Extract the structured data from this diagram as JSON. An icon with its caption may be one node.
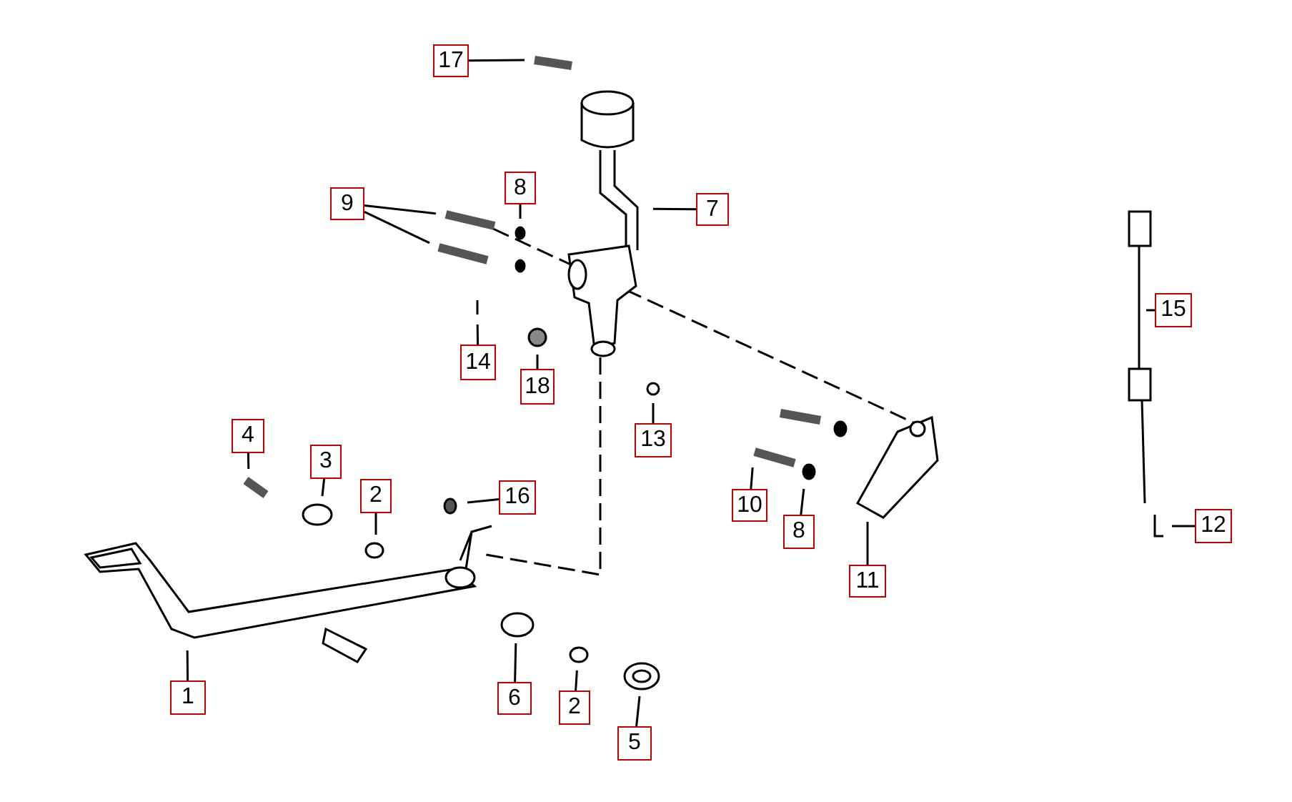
{
  "diagram": {
    "nodes": [
      {
        "text": [
          "17"
        ]
      },
      {
        "text": [
          "9"
        ]
      },
      {
        "text": [
          "8"
        ]
      },
      {
        "text": [
          "7"
        ]
      },
      {
        "text": [
          "15"
        ]
      },
      {
        "text": [
          "14"
        ]
      },
      {
        "text": [
          "18"
        ]
      },
      {
        "text": [
          "13"
        ]
      },
      {
        "text": [
          "4"
        ]
      },
      {
        "text": [
          "3"
        ]
      },
      {
        "text": [
          "2"
        ]
      },
      {
        "text": [
          "16"
        ]
      },
      {
        "text": [
          "10"
        ]
      },
      {
        "text": [
          "8"
        ]
      },
      {
        "text": [
          "12"
        ]
      },
      {
        "text": [
          "11"
        ]
      },
      {
        "text": [
          "1"
        ]
      },
      {
        "text": [
          "6"
        ]
      },
      {
        "text": [
          "2"
        ]
      },
      {
        "text": [
          "5"
        ]
      }
    ],
    "edges": [
      {
        "from": 0,
        "to": null,
        "arrow": "none"
      },
      {
        "from": 1,
        "to": null,
        "arrow": "none"
      },
      {
        "from": 1,
        "to": null,
        "arrow": "none"
      },
      {
        "from": 2,
        "to": null,
        "arrow": "none"
      },
      {
        "from": 3,
        "to": null,
        "arrow": "none"
      },
      {
        "from": 4,
        "to": null,
        "arrow": "none"
      },
      {
        "from": 5,
        "to": null,
        "arrow": "none"
      },
      {
        "from": 6,
        "to": null,
        "arrow": "none"
      },
      {
        "from": 7,
        "to": null,
        "arrow": "none"
      },
      {
        "from": 8,
        "to": null,
        "arrow": "none"
      },
      {
        "from": 9,
        "to": null,
        "arrow": "none"
      },
      {
        "from": 10,
        "to": null,
        "arrow": "none"
      },
      {
        "from": 11,
        "to": null,
        "arrow": "none"
      },
      {
        "from": 12,
        "to": null,
        "arrow": "none"
      },
      {
        "from": 13,
        "to": null,
        "arrow": "none"
      },
      {
        "from": 14,
        "to": null,
        "arrow": "none"
      },
      {
        "from": 15,
        "to": null,
        "arrow": "none"
      },
      {
        "from": 16,
        "to": null,
        "arrow": "none"
      },
      {
        "from": 17,
        "to": null,
        "arrow": "none"
      },
      {
        "from": 18,
        "to": null,
        "arrow": "none"
      },
      {
        "from": 19,
        "to": null,
        "arrow": "none"
      }
    ]
  }
}
